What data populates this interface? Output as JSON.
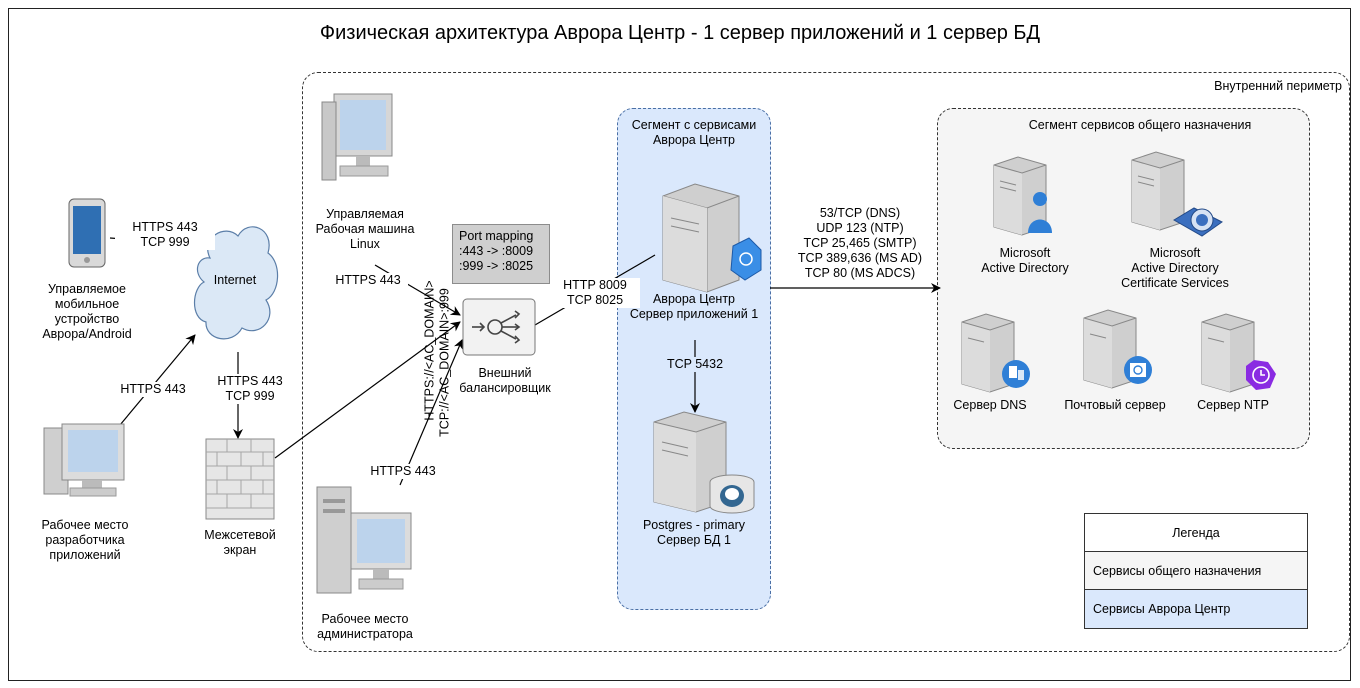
{
  "title": "Физическая архитектура  Аврора Центр - 1 сервер приложений и 1 сервер БД",
  "regions": {
    "internal": "Внутренний периметр",
    "segment_ac": "Сегмент с сервисами\nАврора Центр",
    "segment_common": "Сегмент сервисов общего назначения"
  },
  "nodes": {
    "mobile": "Управляемое\nмобильное\nустройство\nАврора/Android",
    "internet": "Internet",
    "dev_workstation": "Рабочее место\nразработчика\nприложений",
    "firewall": "Межсетевой\nэкран",
    "linux_machine": "Управляемая\nРабочая машина\nLinux",
    "admin_workstation": "Рабочее место\nадминистратора",
    "balancer": "Внешний\nбалансировщик",
    "app_server": "Аврора Центр\nСервер приложений 1",
    "db_server": "Postgres - primary\nСервер БД 1",
    "ms_ad": "Microsoft\nActive Directory",
    "ms_adcs": "Microsoft\nActive Directory\nCertificate Services",
    "dns": "Сервер DNS",
    "mail": "Почтовый сервер",
    "ntp": "Сервер NTP"
  },
  "port_mapping": {
    "title": "Port mapping",
    "line1": ":443 -> :8009",
    "line2": ":999 -> :8025"
  },
  "edges": {
    "mobile_internet": "HTTPS 443\nTCP 999",
    "dev_internet": "HTTPS 443",
    "internet_firewall": "HTTPS 443\nTCP 999",
    "linux_balancer": "HTTPS 443",
    "admin_balancer": "HTTPS 443",
    "rotated_https": "HTTPS://<AC_DOMAIN>",
    "rotated_tcp": "TCP://<AC_DOMAIN>:999",
    "balancer_app": "HTTP 8009\nTCP 8025",
    "app_db": "TCP 5432",
    "app_services": "53/TCP  (DNS)\nUDP 123 (NTP)\nTCP 25,465 (SMTP)\nTCP 389,636 (MS AD)\nTCP 80 (MS ADCS)"
  },
  "legend": {
    "title": "Легенда",
    "common": "Сервисы общего назначения",
    "ac": "Сервисы Аврора Центр"
  },
  "colors": {
    "segment_ac_fill": "#dae8fc",
    "segment_common_fill": "#f5f5f5",
    "portmap_fill": "#cfcfcf",
    "ad_badge": "#2f7fd6",
    "adcs_badge": "#3b6fbf",
    "ntp_badge": "#8a2be2",
    "k8s_badge": "#3a8ee6"
  }
}
